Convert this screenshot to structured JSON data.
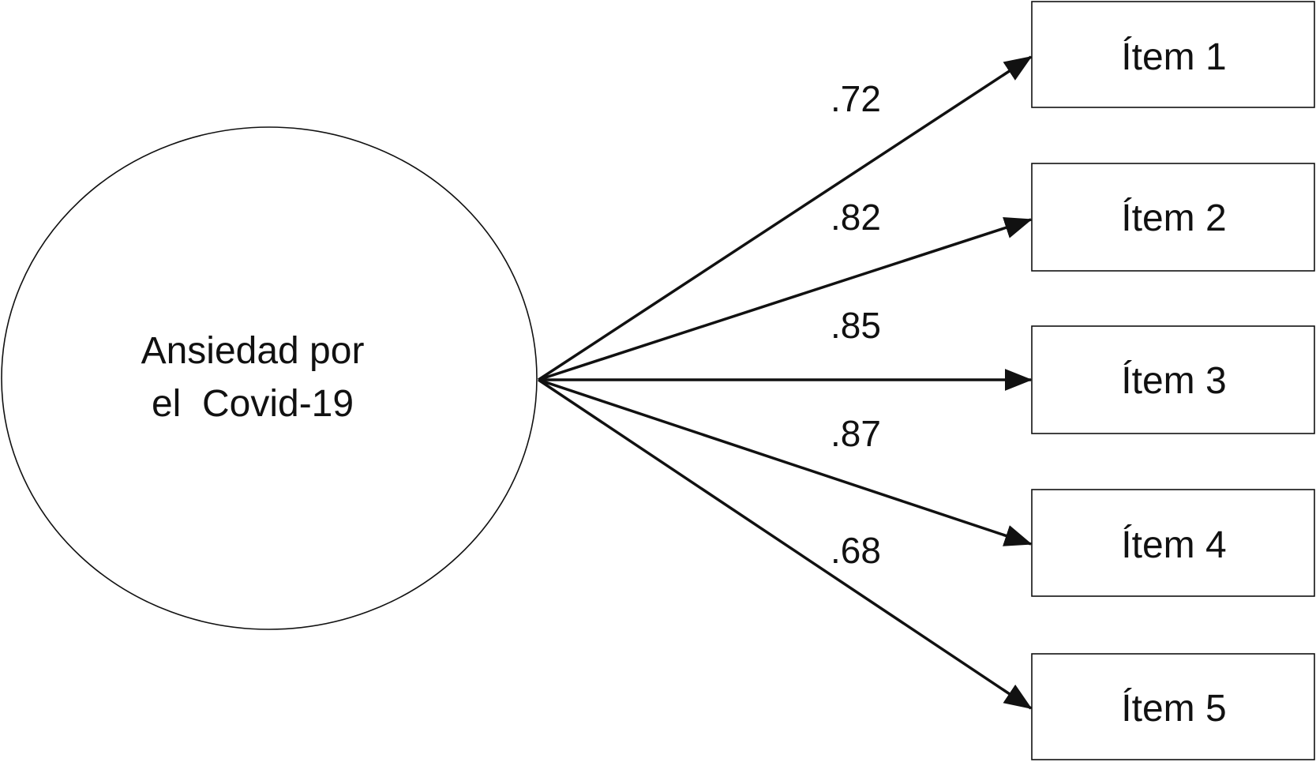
{
  "latent": {
    "line1": "Ansiedad por",
    "line2": "el  Covid-19"
  },
  "items": [
    {
      "label": "Ítem 1",
      "loading": ".72"
    },
    {
      "label": "Ítem 2",
      "loading": ".82"
    },
    {
      "label": "Ítem 3",
      "loading": ".85"
    },
    {
      "label": "Ítem 4",
      "loading": ".87"
    },
    {
      "label": "Ítem 5",
      "loading": ".68"
    }
  ]
}
